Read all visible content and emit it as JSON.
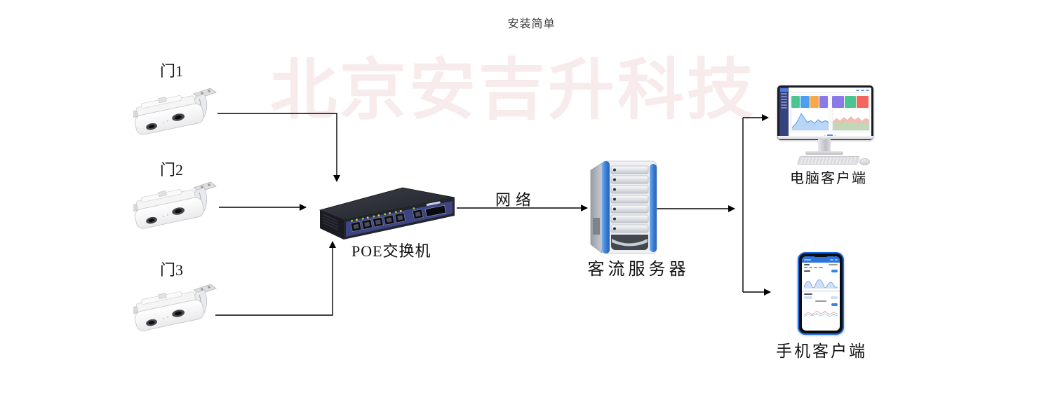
{
  "title": "安装简单",
  "watermark": "北京安吉升科技",
  "nodes": {
    "door1": {
      "label": "门1"
    },
    "door2": {
      "label": "门2"
    },
    "door3": {
      "label": "门3"
    },
    "poe_switch": {
      "label": "POE交换机"
    },
    "server": {
      "label": "客流服务器"
    },
    "pc_client": {
      "label": "电脑客户端"
    },
    "mobile_client": {
      "label": "手机客户端"
    }
  },
  "connections": {
    "network_label": "网络"
  },
  "colors": {
    "watermark_pink": "#f7eceb",
    "connector_black": "#000000",
    "switch_panel_blue": "#3e4584",
    "server_rail_blue": "#4a90e2",
    "phone_frame_blue": "#1668e3",
    "dashboard_sidebar_blue": "#35447c",
    "dashboard_card_colors": [
      "#4cc490",
      "#4a9ff0",
      "#f6a84a",
      "#8a7ae8",
      "#8a7ae8",
      "#4cc490",
      "#f2665e"
    ]
  }
}
